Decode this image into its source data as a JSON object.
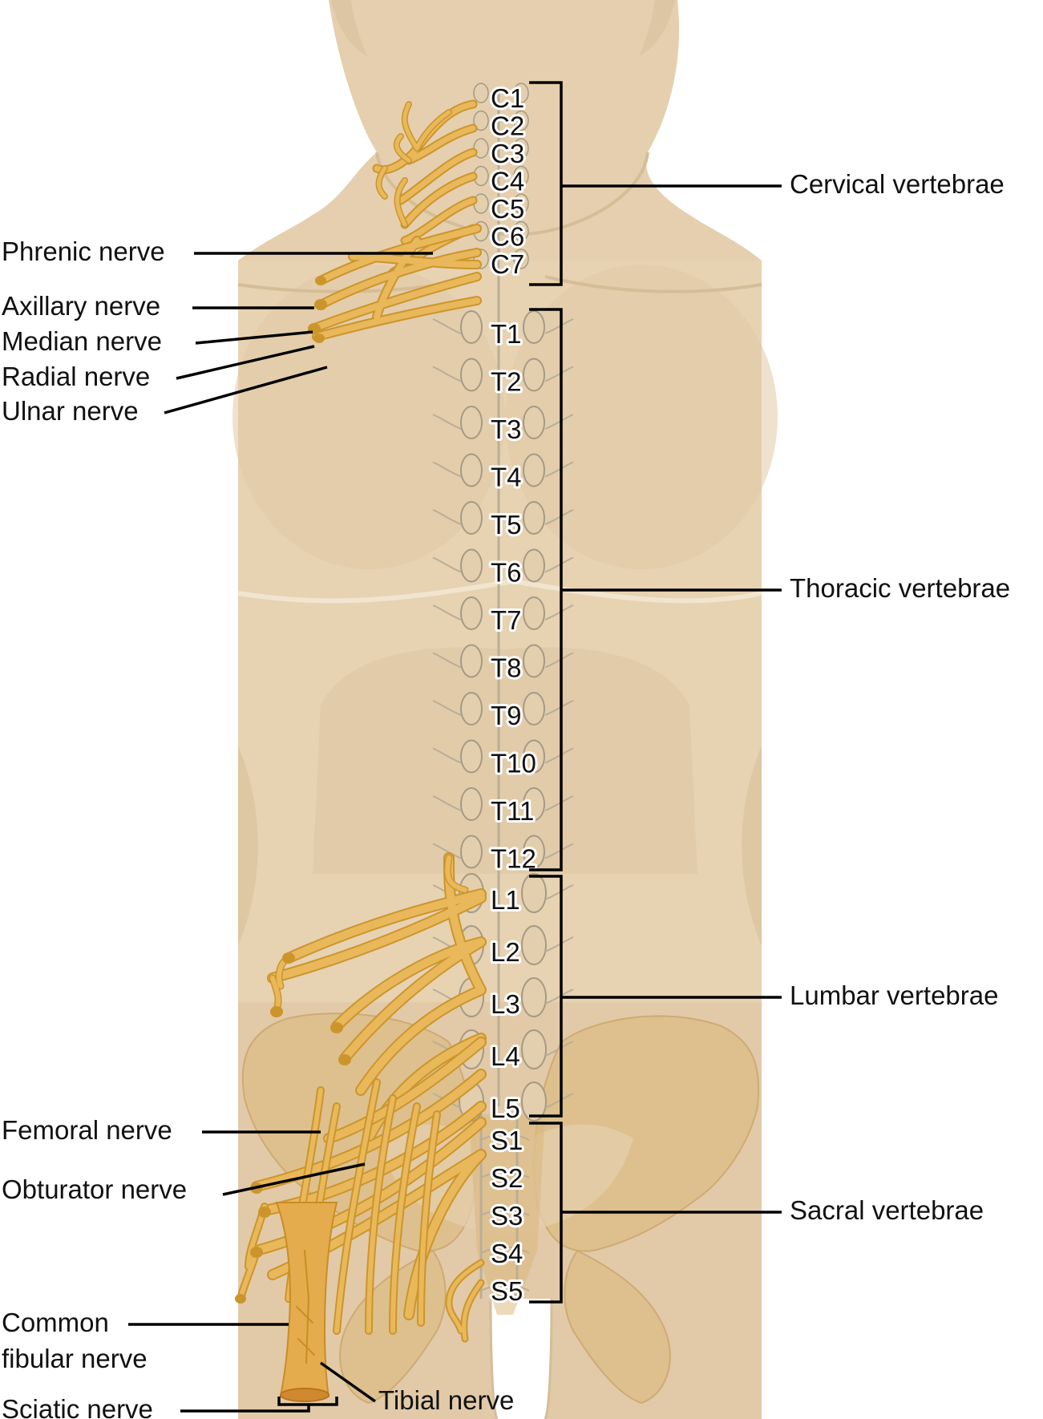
{
  "colors": {
    "skin": "#e7d2b2",
    "skin_shadow": "#d9c2a0",
    "pelvis": "#dfc290",
    "nerve": "#e9b85a",
    "nerve_dark": "#cc952c",
    "nerve_light": "#f3d28a",
    "spine_outline": "#a49a86"
  },
  "segments": {
    "cervical": [
      "C1",
      "C2",
      "C3",
      "C4",
      "C5",
      "C6",
      "C7"
    ],
    "thoracic": [
      "T1",
      "T2",
      "T3",
      "T4",
      "T5",
      "T6",
      "T7",
      "T8",
      "T9",
      "T10",
      "T11",
      "T12"
    ],
    "lumbar": [
      "L1",
      "L2",
      "L3",
      "L4",
      "L5"
    ],
    "sacral": [
      "S1",
      "S2",
      "S3",
      "S4",
      "S5"
    ]
  },
  "regions": {
    "cervical": "Cervical vertebrae",
    "thoracic": "Thoracic vertebrae",
    "lumbar": "Lumbar vertebrae",
    "sacral": "Sacral vertebrae"
  },
  "nerves": {
    "phrenic": "Phrenic nerve",
    "axillary": "Axillary nerve",
    "median": "Median nerve",
    "radial": "Radial nerve",
    "ulnar": "Ulnar nerve",
    "femoral": "Femoral nerve",
    "obturator": "Obturator nerve",
    "common_fibular_line1": "Common",
    "common_fibular_line2": "fibular nerve",
    "sciatic": "Sciatic nerve",
    "tibial": "Tibial nerve"
  }
}
